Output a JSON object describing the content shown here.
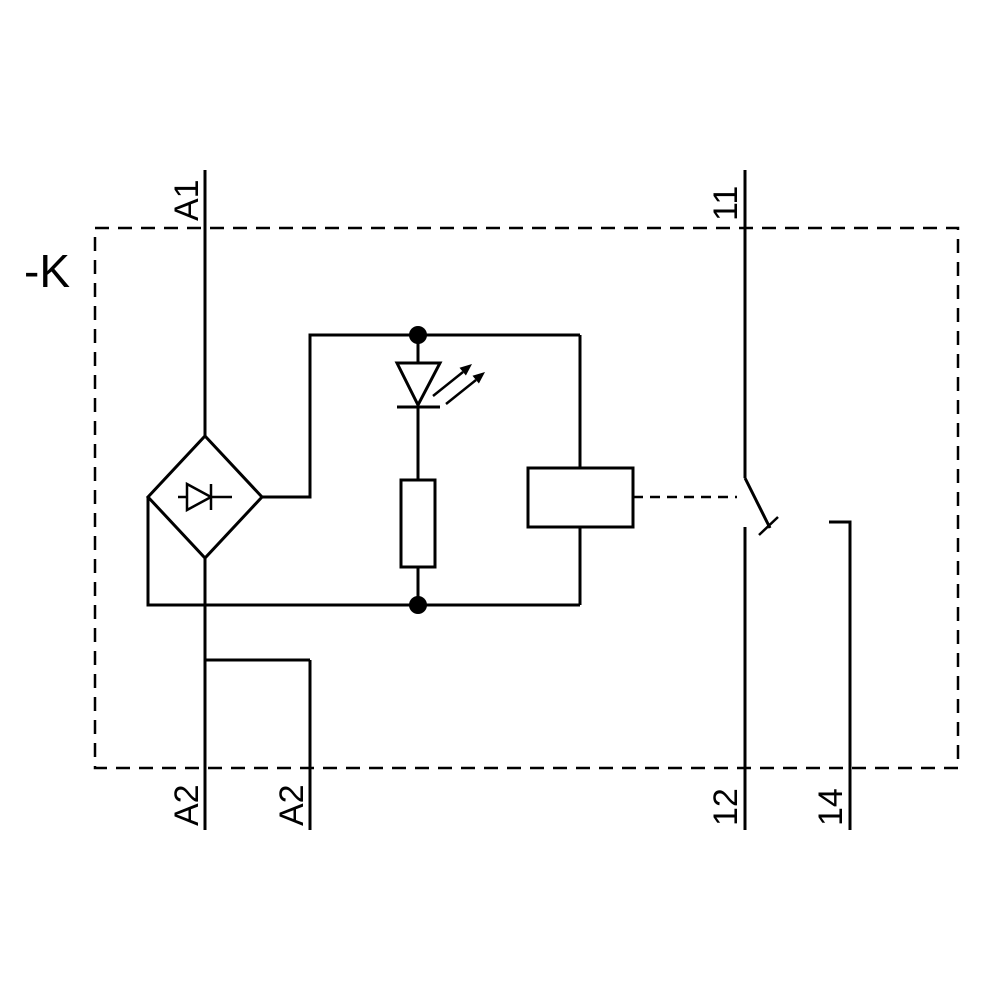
{
  "diagram": {
    "designator": "-K",
    "terminals": {
      "a1": "A1",
      "a2_main": "A2",
      "a2_aux": "A2",
      "com": "11",
      "nc": "12",
      "no": "14"
    },
    "components": {
      "bridge_rectifier": "bridge-rectifier",
      "led": "led-indicator",
      "resistor": "series-resistor",
      "relay_coil": "relay-coil",
      "contact": "changeover-contact"
    },
    "colors": {
      "line": "#000000",
      "background": "#ffffff"
    }
  }
}
